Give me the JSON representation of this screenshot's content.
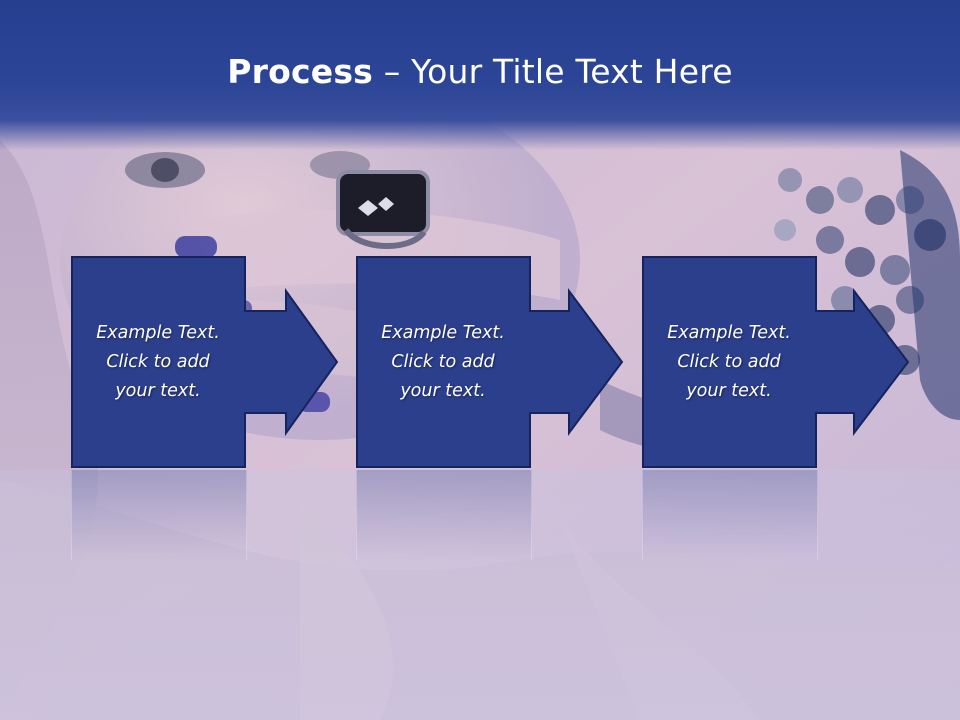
{
  "slide": {
    "title_bold": "Process",
    "title_rest": " – Your Title Text Here"
  },
  "steps": [
    {
      "text": "Example Text.\nClick  to add\nyour text."
    },
    {
      "text": "Example Text.\nClick  to add\nyour text."
    },
    {
      "text": "Example Text.\nClick  to add\nyour text."
    }
  ],
  "colors": {
    "box_fill": "#2c3f8c",
    "box_border": "#1a2a66",
    "title_band": "#2c4596",
    "title_text": "#ffffff"
  }
}
